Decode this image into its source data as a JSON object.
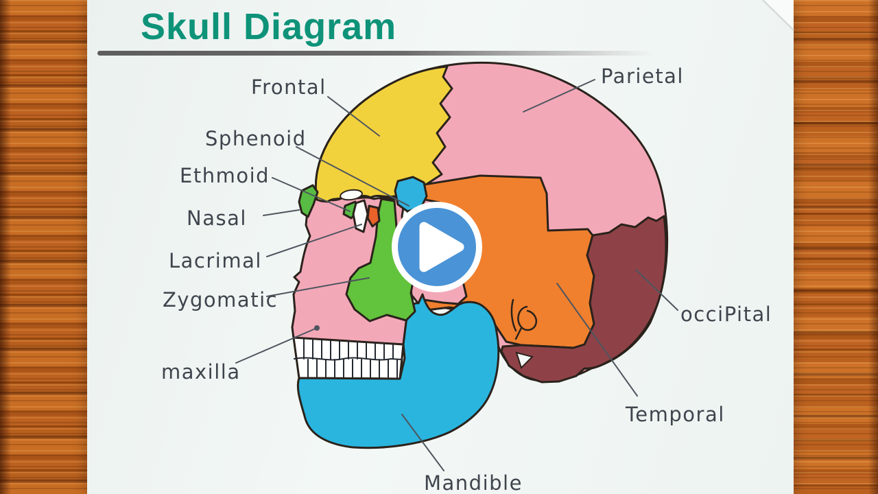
{
  "video": {
    "title": "Skull Diagram",
    "play_button": {
      "icon": "play-triangle",
      "circle_color": "#4a93d6",
      "ring_color": "#ffffff"
    }
  },
  "palette": {
    "title_color": "#0e9379",
    "paper": "#eff4f2",
    "wood": "#b25a1b",
    "label_ink": "#3f454d",
    "outline_ink": "#2a221b",
    "teeth": "#ffffff"
  },
  "bones": {
    "cranium": {
      "color": "#f3a8b8"
    },
    "frontal": {
      "label": "Frontal",
      "color": "#f2d23c"
    },
    "parietal": {
      "label": "Parietal",
      "color": "#f3a8b8"
    },
    "sphenoid": {
      "label": "Sphenoid",
      "color": "#2fb3de"
    },
    "ethmoid": {
      "label": "Ethmoid",
      "color": "#58bb43"
    },
    "nasal": {
      "label": "Nasal",
      "color": "#58bb43"
    },
    "lacrimal": {
      "label": "Lacrimal",
      "color": "#fdfdfb"
    },
    "zygomatic": {
      "label": "Zygomatic",
      "color": "#62c33c"
    },
    "maxilla": {
      "label": "maxilla",
      "color": "#f3a8b8"
    },
    "occipital": {
      "label": "occiPital",
      "color": "#8e4247"
    },
    "temporal": {
      "label": "Temporal",
      "color": "#f0802e"
    },
    "mandible": {
      "label": "Mandible",
      "color": "#2ab5df"
    }
  }
}
